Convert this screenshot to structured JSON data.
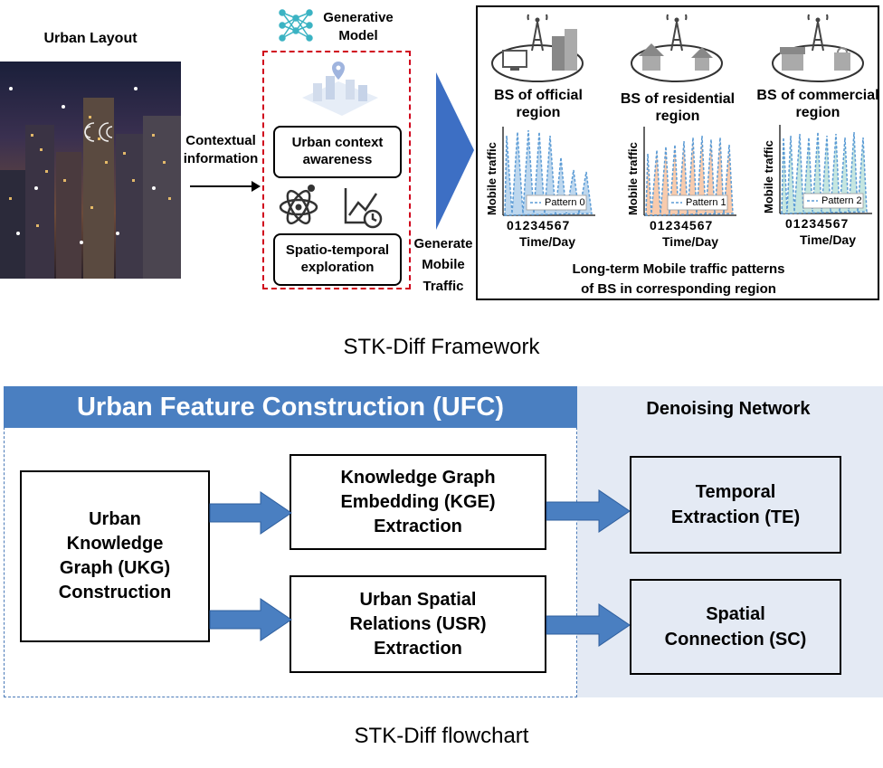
{
  "framework": {
    "urban_layout_label": "Urban Layout",
    "contextual_label_1": "Contextual",
    "contextual_label_2": "information",
    "generative_label_1": "Generative",
    "generative_label_2": "Model",
    "urban_context_1": "Urban context",
    "urban_context_2": "awareness",
    "spatio_1": "Spatio-temporal",
    "spatio_2": "exploration",
    "generate_1": "Generate",
    "generate_2": "Mobile",
    "generate_3": "Traffic",
    "panels": [
      {
        "title_1": "BS of official",
        "title_2": "region",
        "legend": "Pattern 0",
        "color": "#5b9bd5",
        "fill": "#bdd7ee"
      },
      {
        "title_1": "BS of residential",
        "title_2": "region",
        "legend": "Pattern 1",
        "color": "#5b9bd5",
        "fill": "#f8cbad"
      },
      {
        "title_1": "BS of commercial",
        "title_2": "region",
        "legend": "Pattern 2",
        "color": "#5b9bd5",
        "fill": "#c5e6e0"
      }
    ],
    "ylabel": "Mobile traffic",
    "xticks": "01234567",
    "xlabel": "Time/Day",
    "bottom_1": "Long-term Mobile traffic patterns",
    "bottom_2": "of BS in corresponding region",
    "caption": "STK-Diff Framework"
  },
  "flowchart": {
    "ufc_title": "Urban Feature Construction (UFC)",
    "dn_title": "Denoising Network",
    "ukg": [
      "Urban",
      "Knowledge",
      "Graph (UKG)",
      "Construction"
    ],
    "kge": [
      "Knowledge Graph",
      "Embedding (KGE)",
      "Extraction"
    ],
    "usr": [
      "Urban Spatial",
      "Relations (USR)",
      "Extraction"
    ],
    "te": [
      "Temporal",
      "Extraction (TE)"
    ],
    "sc": [
      "Spatial",
      "Connection (SC)"
    ],
    "caption": "STK-Diff flowchart",
    "arrow_color": "#4a7fc1"
  }
}
